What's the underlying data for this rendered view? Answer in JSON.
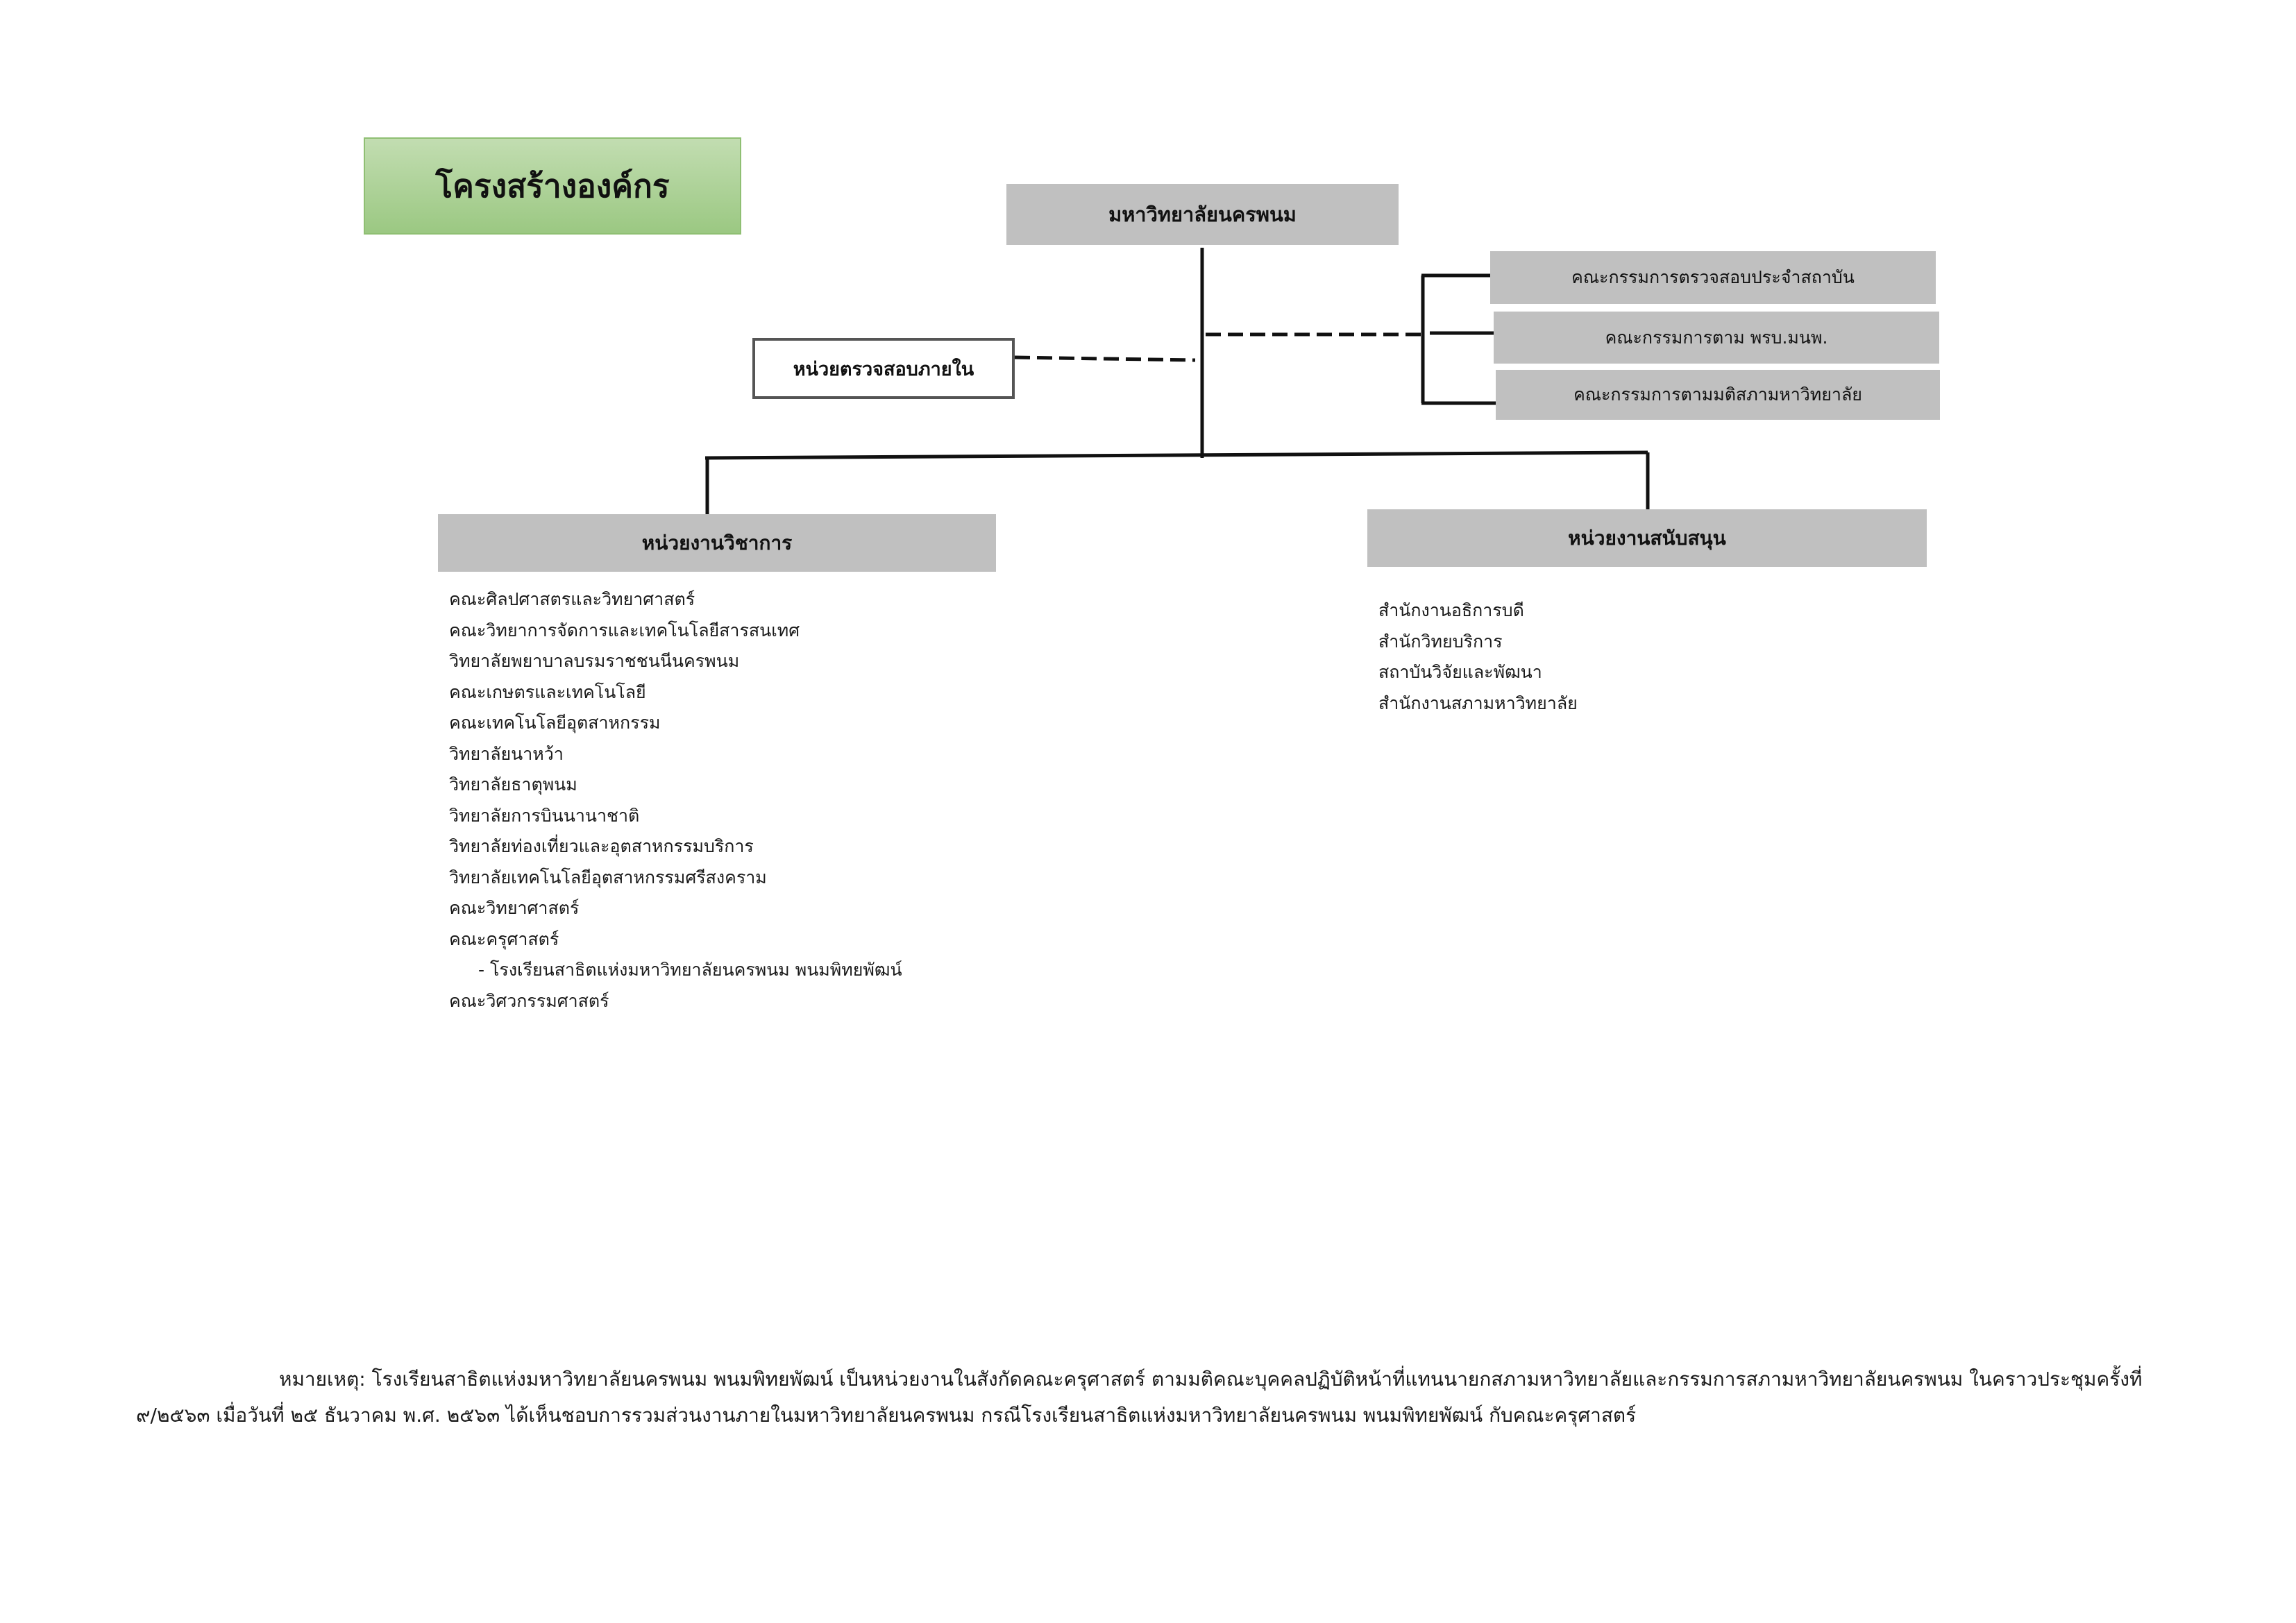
{
  "title": "โครงสร้างองค์กร",
  "root": "มหาวิทยาลัยนครพนม",
  "internal_audit": "หน่วยตรวจสอบภายใน",
  "committees": [
    "คณะกรรมการตรวจสอบประจำสถาบัน",
    "คณะกรรมการตาม พรบ.มนพ.",
    "คณะกรรมการตามมติสภามหาวิทยาลัย"
  ],
  "academic": {
    "label": "หน่วยงานวิชาการ",
    "items": [
      "คณะศิลปศาสตรและวิทยาศาสตร์",
      "คณะวิทยาการจัดการและเทคโนโลยีสารสนเทศ",
      "วิทยาลัยพยาบาลบรมราชชนนีนครพนม",
      "คณะเกษตรและเทคโนโลยี",
      "คณะเทคโนโลยีอุตสาหกรรม",
      "วิทยาลัยนาหว้า",
      "วิทยาลัยธาตุพนม",
      "วิทยาลัยการบินนานาชาติ",
      "วิทยาลัยท่องเที่ยวและอุตสาหกรรมบริการ",
      "วิทยาลัยเทคโนโลยีอุตสาหกรรมศรีสงคราม",
      "คณะวิทยาศาสตร์",
      "คณะครุศาสตร์",
      "- โรงเรียนสาธิตแห่งมหาวิทยาลัยนครพนม  พนมพิทยพัฒน์",
      "คณะวิศวกรรมศาสตร์"
    ]
  },
  "support": {
    "label": "หน่วยงานสนับสนุน",
    "items": [
      "สำนักงานอธิการบดี",
      "สำนักวิทยบริการ",
      "สถาบันวิจัยและพัฒนา",
      "สำนักงานสภามหาวิทยาลัย"
    ]
  },
  "note": {
    "line1": "หมายเหตุ: โรงเรียนสาธิตแห่งมหาวิทยาลัยนครพนม  พนมพิทยพัฒน์ เป็นหน่วยงานในสังกัดคณะครุศาสตร์ ตามมติคณะบุคคลปฏิบัติหน้าที่แทนนายกสภามหาวิทยาลัยและกรรมการสภามหาวิทยาลัยนครพนม ในคราวประชุมครั้งที่",
    "line2": "๙/๒๕๖๓ เมื่อวันที่ ๒๕ ธันวาคม พ.ศ. ๒๕๖๓ ได้เห็นชอบการรวมส่วนงานภายในมหาวิทยาลัยนครพนม กรณีโรงเรียนสาธิตแห่งมหาวิทยาลัยนครพนม พนมพิทยพัฒน์ กับคณะครุศาสตร์"
  }
}
